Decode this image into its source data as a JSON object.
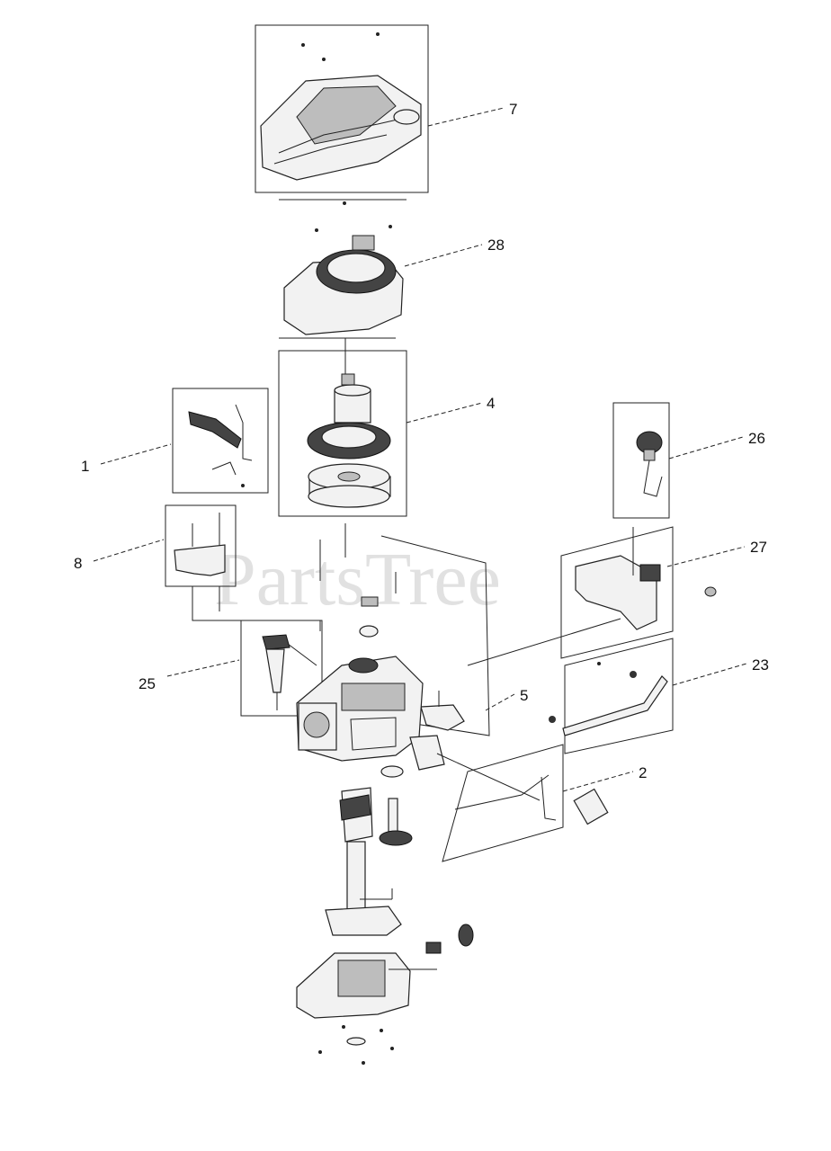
{
  "watermark": "PartsTree",
  "callouts": [
    {
      "id": "7",
      "label": "7"
    },
    {
      "id": "28",
      "label": "28"
    },
    {
      "id": "4",
      "label": "4"
    },
    {
      "id": "1",
      "label": "1"
    },
    {
      "id": "26",
      "label": "26"
    },
    {
      "id": "8",
      "label": "8"
    },
    {
      "id": "27",
      "label": "27"
    },
    {
      "id": "23",
      "label": "23"
    },
    {
      "id": "25",
      "label": "25"
    },
    {
      "id": "5",
      "label": "5"
    },
    {
      "id": "2",
      "label": "2"
    }
  ]
}
